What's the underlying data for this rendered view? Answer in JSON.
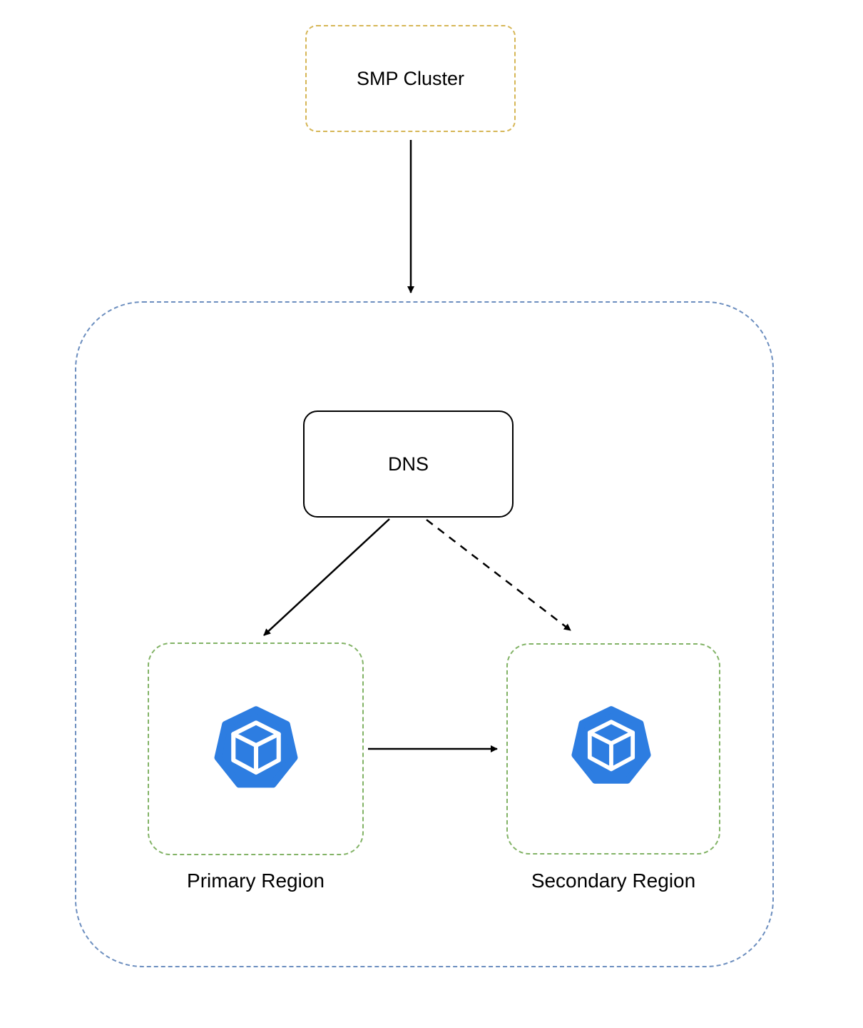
{
  "diagram": {
    "title": "",
    "nodes": {
      "smp_cluster": {
        "label": "SMP Cluster",
        "border_color": "#D6B656",
        "border_style": "dashed"
      },
      "dns": {
        "label": "DNS",
        "border_color": "#000000",
        "border_style": "solid"
      },
      "primary_region": {
        "label": "Primary Region",
        "border_color": "#82B366",
        "border_style": "dashed"
      },
      "secondary_region": {
        "label": "Secondary Region",
        "border_color": "#82B366",
        "border_style": "dashed"
      }
    },
    "outer_container": {
      "border_color": "#6C8EBF",
      "border_style": "dashed"
    },
    "icons": {
      "region_icon": {
        "name": "cube-heptagon-icon",
        "color": "#2D7DE1",
        "cube_color": "#ffffff"
      }
    },
    "edges": [
      {
        "from": "smp_cluster",
        "to": "outer_container",
        "style": "solid",
        "arrowhead": "filled"
      },
      {
        "from": "dns",
        "to": "primary_region",
        "style": "solid",
        "arrowhead": "filled"
      },
      {
        "from": "dns",
        "to": "secondary_region",
        "style": "dashed",
        "arrowhead": "filled"
      },
      {
        "from": "primary_region",
        "to": "secondary_region",
        "style": "solid",
        "arrowhead": "filled"
      }
    ]
  }
}
